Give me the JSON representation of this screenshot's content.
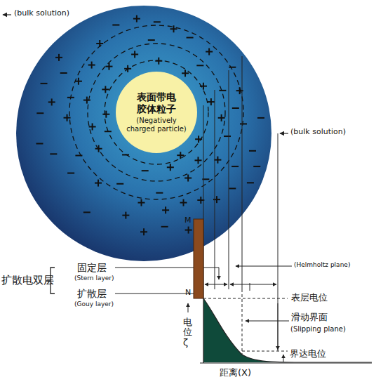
{
  "diagram": {
    "nodes": [
      {
        "text": [
          "表面带电 胶体粒子",
          "(Negatively charged particle)"
        ]
      }
    ],
    "labels": [
      "(bulk solution)",
      "(bulk solution)",
      "M",
      "N",
      "扩散电双层",
      "固定层",
      "(Stern layer)",
      "扩散层",
      "(Gouy layer)",
      "(Helmholtz plane)",
      "表层电位",
      "滑动界面",
      "(Slipping plane)",
      "电位ζ",
      "界达电位",
      "距离(X)"
    ]
  }
}
